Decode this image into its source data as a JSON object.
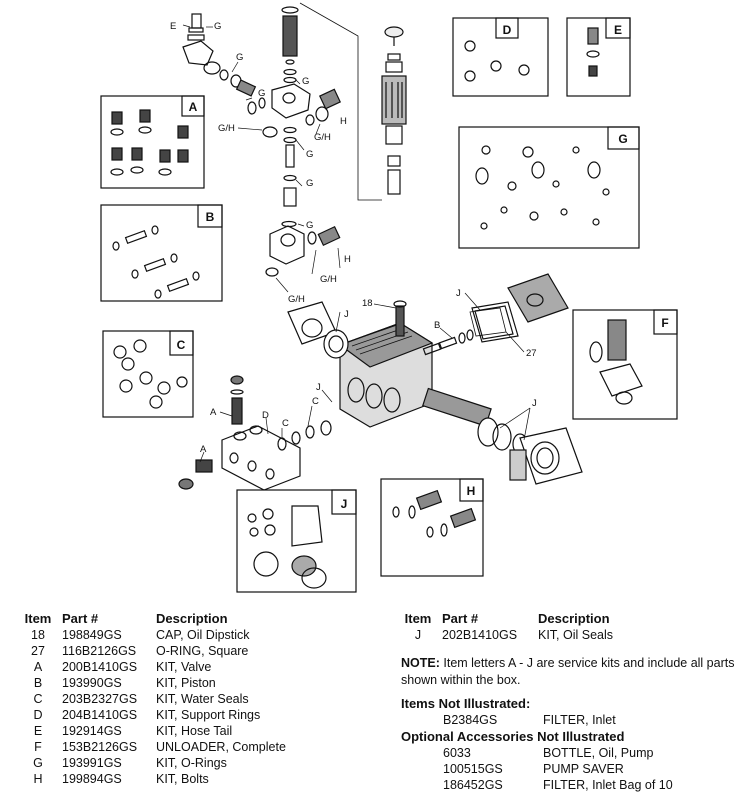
{
  "diagram": {
    "box_letters": [
      "A",
      "B",
      "C",
      "D",
      "E",
      "F",
      "G",
      "H",
      "J"
    ],
    "callouts": {
      "e": "E",
      "g": "G",
      "gh": "G/H",
      "h": "H",
      "a": "A",
      "b": "B",
      "c": "C",
      "d": "D",
      "j": "J",
      "n18": "18",
      "n27": "27"
    }
  },
  "parts_left": {
    "headers": {
      "item": "Item",
      "part": "Part #",
      "desc": "Description"
    },
    "rows": [
      {
        "item": "18",
        "part": "198849GS",
        "desc": "CAP, Oil Dipstick"
      },
      {
        "item": "27",
        "part": "116B2126GS",
        "desc": "O-RING, Square"
      },
      {
        "item": "A",
        "part": "200B1410GS",
        "desc": "KIT, Valve"
      },
      {
        "item": "B",
        "part": "193990GS",
        "desc": "KIT, Piston"
      },
      {
        "item": "C",
        "part": "203B2327GS",
        "desc": "KIT, Water Seals"
      },
      {
        "item": "D",
        "part": "204B1410GS",
        "desc": "KIT, Support Rings"
      },
      {
        "item": "E",
        "part": "192914GS",
        "desc": "KIT, Hose Tail"
      },
      {
        "item": "F",
        "part": "153B2126GS",
        "desc": "UNLOADER, Complete"
      },
      {
        "item": "G",
        "part": "193991GS",
        "desc": "KIT, O-Rings"
      },
      {
        "item": "H",
        "part": "199894GS",
        "desc": "KIT, Bolts"
      }
    ]
  },
  "parts_right": {
    "headers": {
      "item": "Item",
      "part": "Part #",
      "desc": "Description"
    },
    "rows": [
      {
        "item": "J",
        "part": "202B1410GS",
        "desc": "KIT, Oil Seals"
      }
    ]
  },
  "note": {
    "label": "NOTE:",
    "text": "Item letters A - J are service kits and include all parts shown within the box."
  },
  "not_illustrated": {
    "heading": "Items Not Illustrated:",
    "rows": [
      {
        "part": "B2384GS",
        "desc": "FILTER, Inlet"
      }
    ]
  },
  "optional": {
    "heading": "Optional Accessories Not Illustrated",
    "rows": [
      {
        "part": "6033",
        "desc": "BOTTLE, Oil, Pump"
      },
      {
        "part": "100515GS",
        "desc": "PUMP SAVER"
      },
      {
        "part": "186452GS",
        "desc": "FILTER, Inlet Bag of 10"
      }
    ]
  }
}
